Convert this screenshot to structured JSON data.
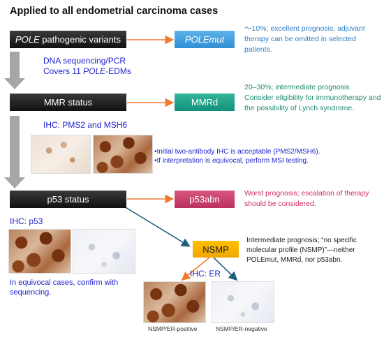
{
  "title": "Applied to all endometrial carcinoma cases",
  "steps": {
    "pole": {
      "italic": "POLE",
      "rest": " pathogenic variants"
    },
    "mmr": "MMR status",
    "p53": "p53 status"
  },
  "categories": {
    "pole": "POLEmut",
    "mmrd": "MMRd",
    "p53abn": "p53abn",
    "nsmp": "NSMP"
  },
  "methods": {
    "pole_line1": "DNA sequencing/PCR",
    "pole_line2_pre": "Covers 11 ",
    "pole_line2_italic": "POLE",
    "pole_line2_post": "-EDMs",
    "mmr_ihc": "IHC: PMS2 and MSH6",
    "p53_ihc": "IHC: p53",
    "er_ihc": "IHC: ER"
  },
  "descriptions": {
    "polemut": "〜10%; excellent prognosis, adjuvant therapy can be omitted in selected patients.",
    "mmrd": "20–30%; intermediate prognosis. Consider eligibility for immunotherapy and the possibility of Lynch syndrome.",
    "p53abn": "Worst prognosis; escalation of therapy should be considered.",
    "nsmp": "Intermediate prognosis; “no specific molecular profile (NSMP)”—neither POLEmut, MMRd, nor p53abn."
  },
  "notes": {
    "mmr_note1": "•Initial two-antibody IHC is acceptable (PMS2/MSH6).",
    "mmr_note2": "•If interpretation is equivocal, perform MSI testing.",
    "p53_note": "In equivocal cases, confirm with sequencing."
  },
  "captions": {
    "er_positive": "NSMP/ER-positive",
    "er_negative": "NSMP/ER-negative"
  },
  "colors": {
    "step_bg": "#1a1a1a",
    "polemut": "#3d9be0",
    "mmrd": "#1aa085",
    "p53abn": "#c93c6c",
    "nsmp": "#ffbf00",
    "orange_arrow": "#f07a30",
    "teal_arrow": "#1f5f7a",
    "gray_arrow": "#a6a6a6",
    "method_text": "#1f1fd0"
  }
}
